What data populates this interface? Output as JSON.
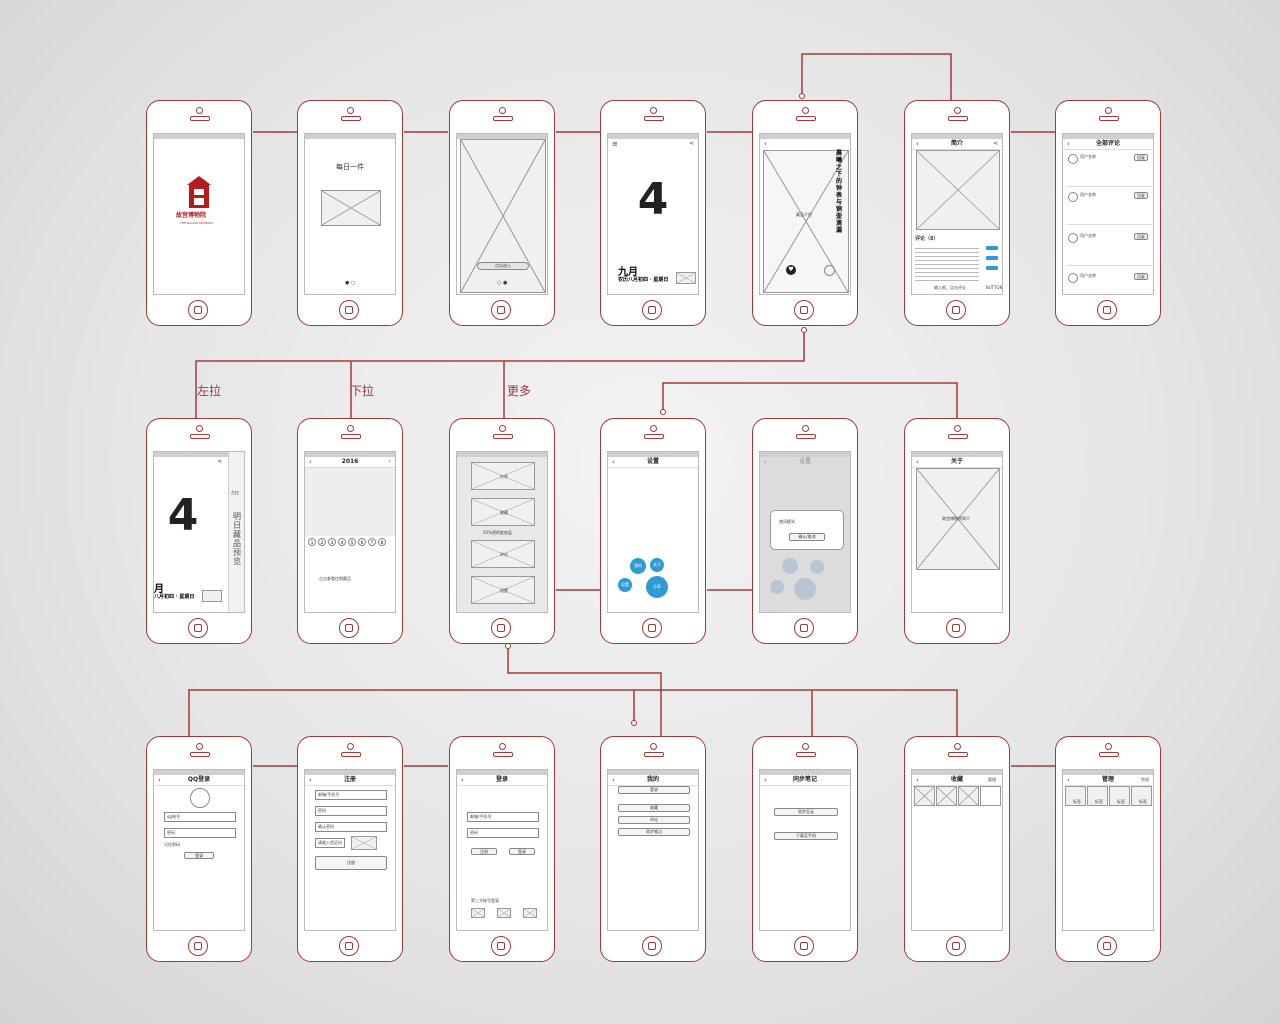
{
  "colors": {
    "connector": "#a33a3a",
    "accent_blue": "#2e9ad6",
    "placeholder": "#999999"
  },
  "labels": {
    "swipe_left": "左拉",
    "pull_down": "下拉",
    "more": "更多"
  },
  "screens": {
    "splash": {
      "logo_text": "故宫博物院",
      "logo_sub": "THE PALACE MUSEUM"
    },
    "daily": {
      "title": "每日一件"
    },
    "intro": {
      "enter_button": "点击进入"
    },
    "date": {
      "big_day": "4",
      "month": "九月",
      "lunar": "农历八月初四 · 星期日",
      "thumb": "画框"
    },
    "detail": {
      "vertical_title": "晨曦之下的钟表与铜壶滴漏",
      "center_text": "藏品介绍"
    },
    "profile": {
      "title": "简介",
      "comments_heading": "评论（8）",
      "comment_input": "输入框，点击评论",
      "send": "BUTTON"
    },
    "comments": {
      "title": "全部评论",
      "user": "用户名称",
      "reply": "回复"
    },
    "swipe": {
      "big_day": "4",
      "month": "月",
      "lunar": "八月初四 · 星期日",
      "side_title": "明日藏品预览",
      "side_small": "左拉"
    },
    "calendar": {
      "year": "2016",
      "days": [
        "1",
        "2",
        "3",
        "4",
        "5",
        "6",
        "7",
        "8"
      ],
      "placeholder": "点击查看往期藏品"
    },
    "more": {
      "items": [
        "分享",
        "收藏",
        "评论",
        "设置"
      ],
      "center_text": "20%透明度底层"
    },
    "settings": {
      "title": "设置",
      "bubbles": [
        "我的",
        "关于",
        "设置",
        "分享"
      ]
    },
    "settings_dialog": {
      "title": "设置",
      "option": "夜间模式",
      "confirm": "确认/取消"
    },
    "about": {
      "title": "关于",
      "text": "故宫博物院简介"
    },
    "qq_login": {
      "title": "QQ登录",
      "user": "qq帐号",
      "password": "密码",
      "remember": "记住密码",
      "login": "登录"
    },
    "register": {
      "title": "注册",
      "phone": "邮箱/手机号",
      "password": "密码",
      "confirm": "确认密码",
      "code": "请输入验证码",
      "submit": "注册"
    },
    "login": {
      "title": "登录",
      "phone": "邮箱/手机号",
      "password": "密码",
      "login": "注册",
      "forgot": "登录",
      "third_party": "第三方帐号登录"
    },
    "mine": {
      "title": "我的",
      "login": "登录",
      "items": [
        "收藏",
        "评论",
        "同步笔记"
      ]
    },
    "sync": {
      "title": "同步笔记",
      "upload": "同步至云",
      "download": "下载至手机"
    },
    "favorites": {
      "title": "收藏",
      "manage": "管理"
    },
    "manage": {
      "title": "管理",
      "done": "完成",
      "tag": "标签"
    }
  }
}
